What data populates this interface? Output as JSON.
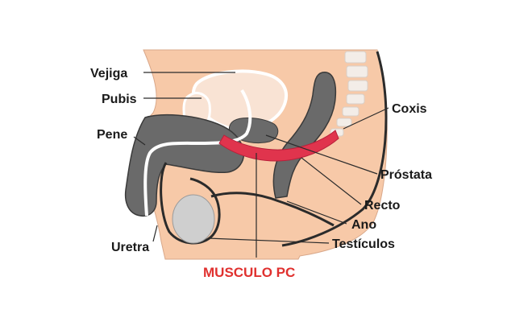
{
  "labels": {
    "vejiga": "Vejiga",
    "pubis": "Pubis",
    "pene": "Pene",
    "uretra": "Uretra",
    "coxis": "Coxis",
    "prostata": "Próstata",
    "recto": "Recto",
    "ano": "Ano",
    "testiculos": "Testículos",
    "musculo_pc": "MUSCULO PC"
  },
  "colors": {
    "skin": "#f7c9a8",
    "organ_gray": "#6a6a6a",
    "light_gray": "#cfcfcf",
    "outline": "#2b2b2b",
    "bladder_fill": "#f9e3d4",
    "muscle": "#e0344d",
    "highlight_text": "#e0312f",
    "label_text": "#1a1a1a"
  }
}
